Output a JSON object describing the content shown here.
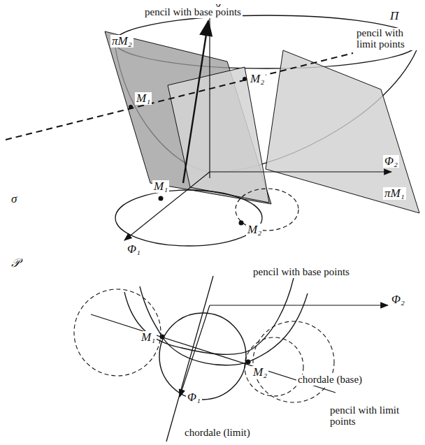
{
  "diagram": {
    "labels": [
      "χ",
      "pencil with base points",
      "Π",
      "pencil with limit points",
      "πM₂",
      "M₁",
      "M₂",
      "πM₁",
      "Φ₂",
      "σ",
      "M₁",
      "M₂",
      "Φ₁",
      "𝒫",
      "pencil with base points",
      "Φ₂",
      "M₁",
      "M₂",
      "chordale (base)",
      "Φ₁",
      "pencil with limit points",
      "chordale (limit)"
    ]
  }
}
